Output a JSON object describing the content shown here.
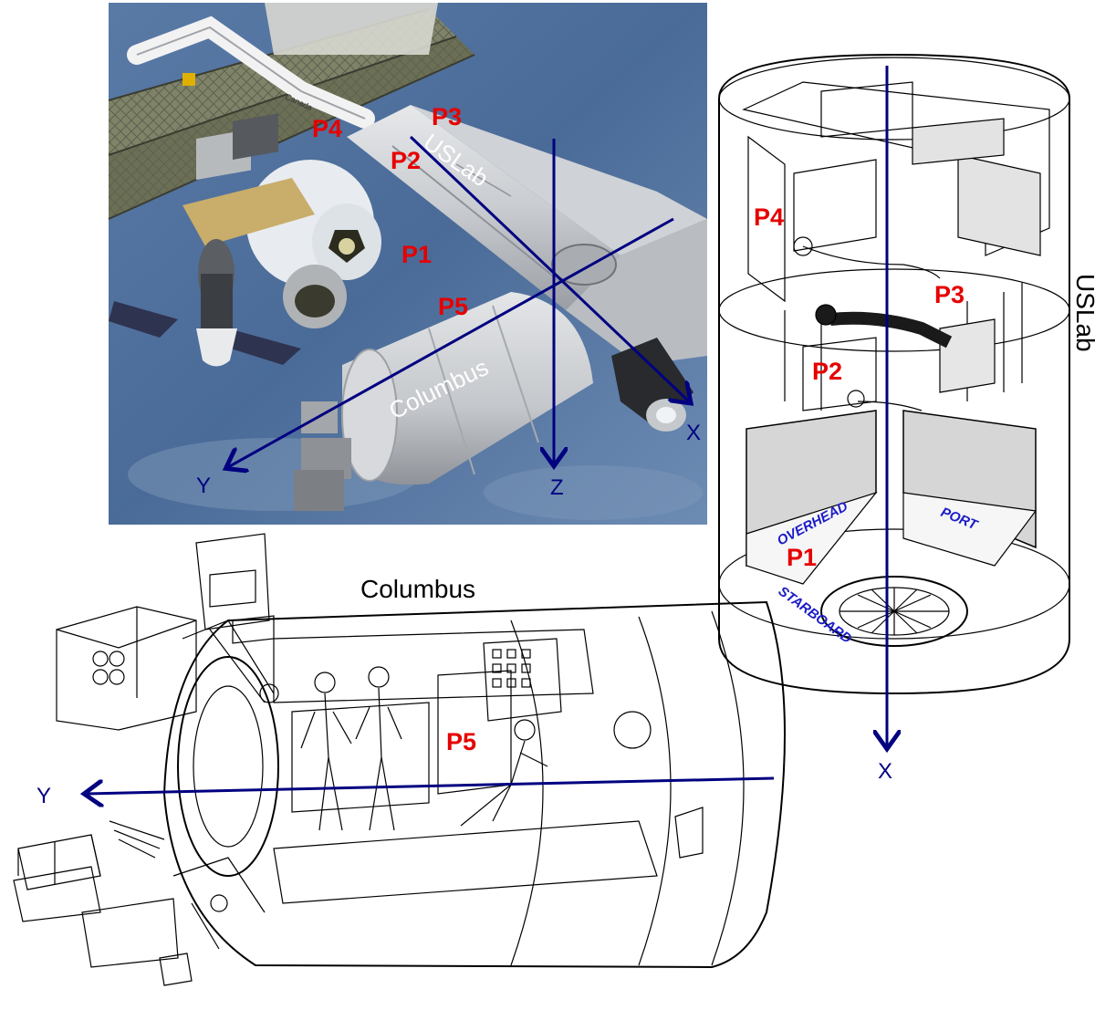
{
  "top_panel": {
    "module_labels": {
      "uslab": "USLab",
      "columbus": "Columbus"
    },
    "points": {
      "p1": "P1",
      "p2": "P2",
      "p3": "P3",
      "p4": "P4",
      "p5": "P5"
    },
    "axes": {
      "x": "X",
      "y": "Y",
      "z": "Z"
    },
    "arm_text": "Canada"
  },
  "uslab_panel": {
    "title": "USLab",
    "points": {
      "p1": "P1",
      "p2": "P2",
      "p3": "P3",
      "p4": "P4"
    },
    "sections": {
      "overhead": "OVERHEAD",
      "port": "PORT",
      "starboard": "STARBOARD"
    },
    "axis": "X"
  },
  "columbus_panel": {
    "title": "Columbus",
    "points": {
      "p5": "P5"
    },
    "axis": "Y"
  },
  "colors": {
    "point_label": "#e60000",
    "axis": "#000080",
    "sky": "#4b6d99",
    "section_text": "#1b1bc9"
  }
}
